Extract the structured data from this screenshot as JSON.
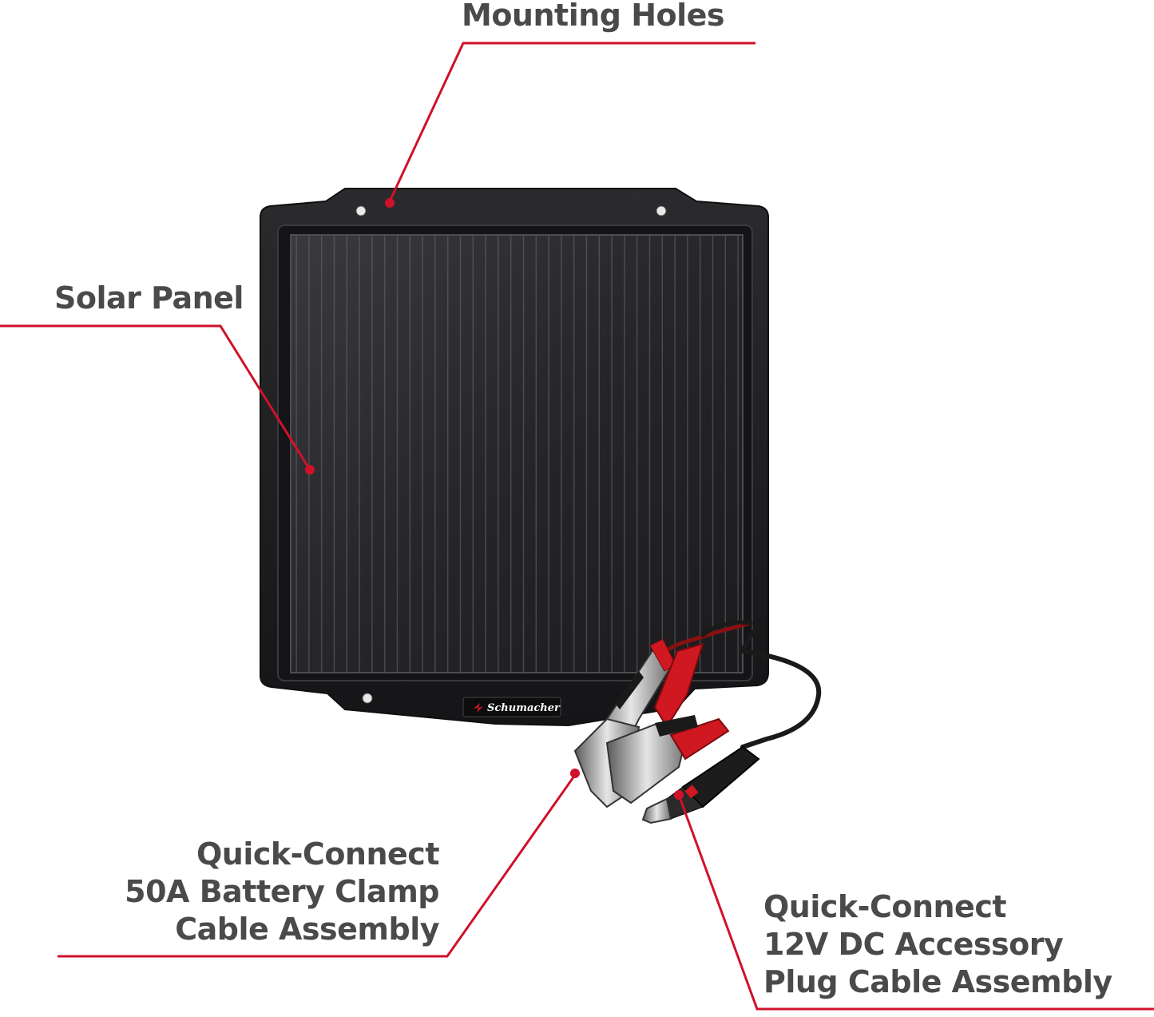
{
  "labels": {
    "mounting_holes": "Mounting Holes",
    "solar_panel": "Solar Panel",
    "clamp_assembly": [
      "Quick-Connect",
      "50A Battery Clamp",
      "Cable Assembly"
    ],
    "plug_assembly": [
      "Quick-Connect",
      "12V DC Accessory",
      "Plug Cable Assembly"
    ]
  },
  "brand": "Schumacher",
  "colors": {
    "leader_line": "#d0112b",
    "label_text": "#4a4a4a",
    "frame": "#1c1c1e",
    "panel": "#2a2a2d",
    "clamp_red": "#d01820"
  }
}
